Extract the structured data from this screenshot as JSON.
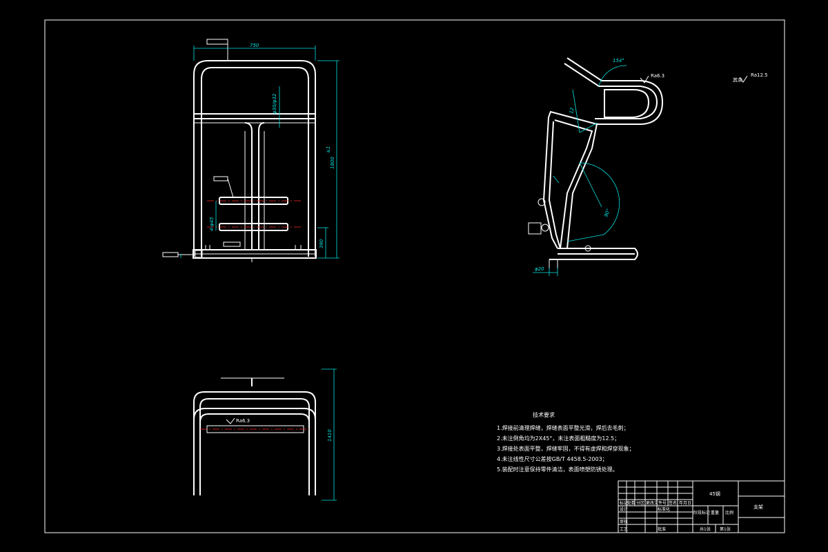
{
  "drawing": {
    "colors": {
      "background": "#000000",
      "outline": "#ffffff",
      "dimension": "#00e5e5",
      "centerline": "#ff2a2a"
    },
    "front_view": {
      "dim_width": "750",
      "dim_height": "1800",
      "dim_height_tol": "±1",
      "dim_tube": "φ30/φ32",
      "dim_holes": "4-φ45",
      "dim_base": "390"
    },
    "side_view": {
      "angle_top": "154°",
      "angle_bottom": "90°",
      "dim_slot": "12",
      "dim_foot": "φ20",
      "rough_top": "Ra6.3"
    },
    "bottom_view": {
      "rough": "Ra6.3",
      "dim_height": "1410"
    },
    "general_roughness": "Ra12.5",
    "general_roughness_prefix": "其余"
  },
  "notes": {
    "title": "技术要求",
    "items": [
      "1.焊接前清理焊缝，焊缝表面平整光滑，焊后去毛刺；",
      "2.未注倒角均为2X45°，未注表面粗糙度为12.5；",
      "3.焊接处表面平整，焊缝牢固，不得有虚焊和焊穿现象；",
      "4.未注线性尺寸公差按GB/T 4458.5-2003；",
      "5.装配时注意保持零件清洁，表面喷塑防锈处理。"
    ]
  },
  "title_block": {
    "material": "45钢",
    "part_name": "支架",
    "rows": [
      "标记",
      "设计",
      "审核",
      "工艺"
    ],
    "headers": [
      "处数",
      "分区",
      "更改文件号",
      "签名",
      "年月日"
    ],
    "stage_headers": [
      "阶段标记",
      "重量",
      "比例"
    ],
    "standardize": "标准化",
    "approve": "批准",
    "sheets": "共1张",
    "sheet_no": "第1张"
  }
}
